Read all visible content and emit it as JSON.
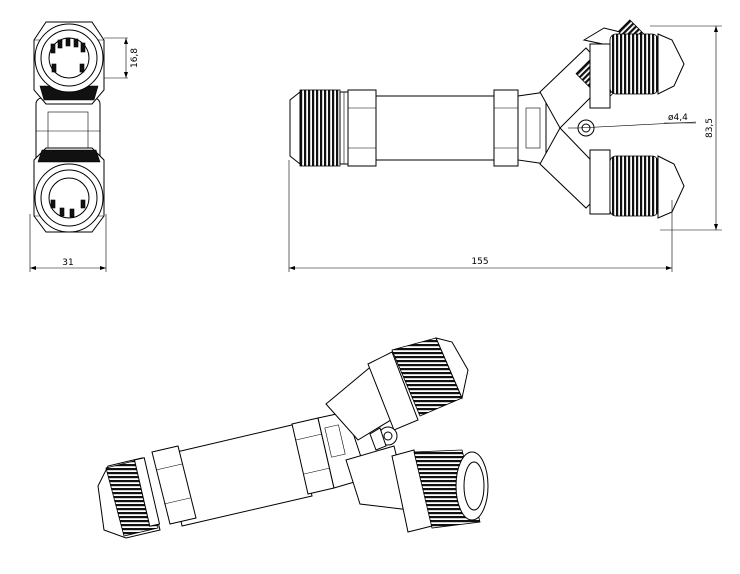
{
  "dimensions": {
    "side_height": "16,8",
    "side_width": "31",
    "hole_diameter": "ø4,4",
    "front_height": "83,5",
    "front_length": "155"
  }
}
